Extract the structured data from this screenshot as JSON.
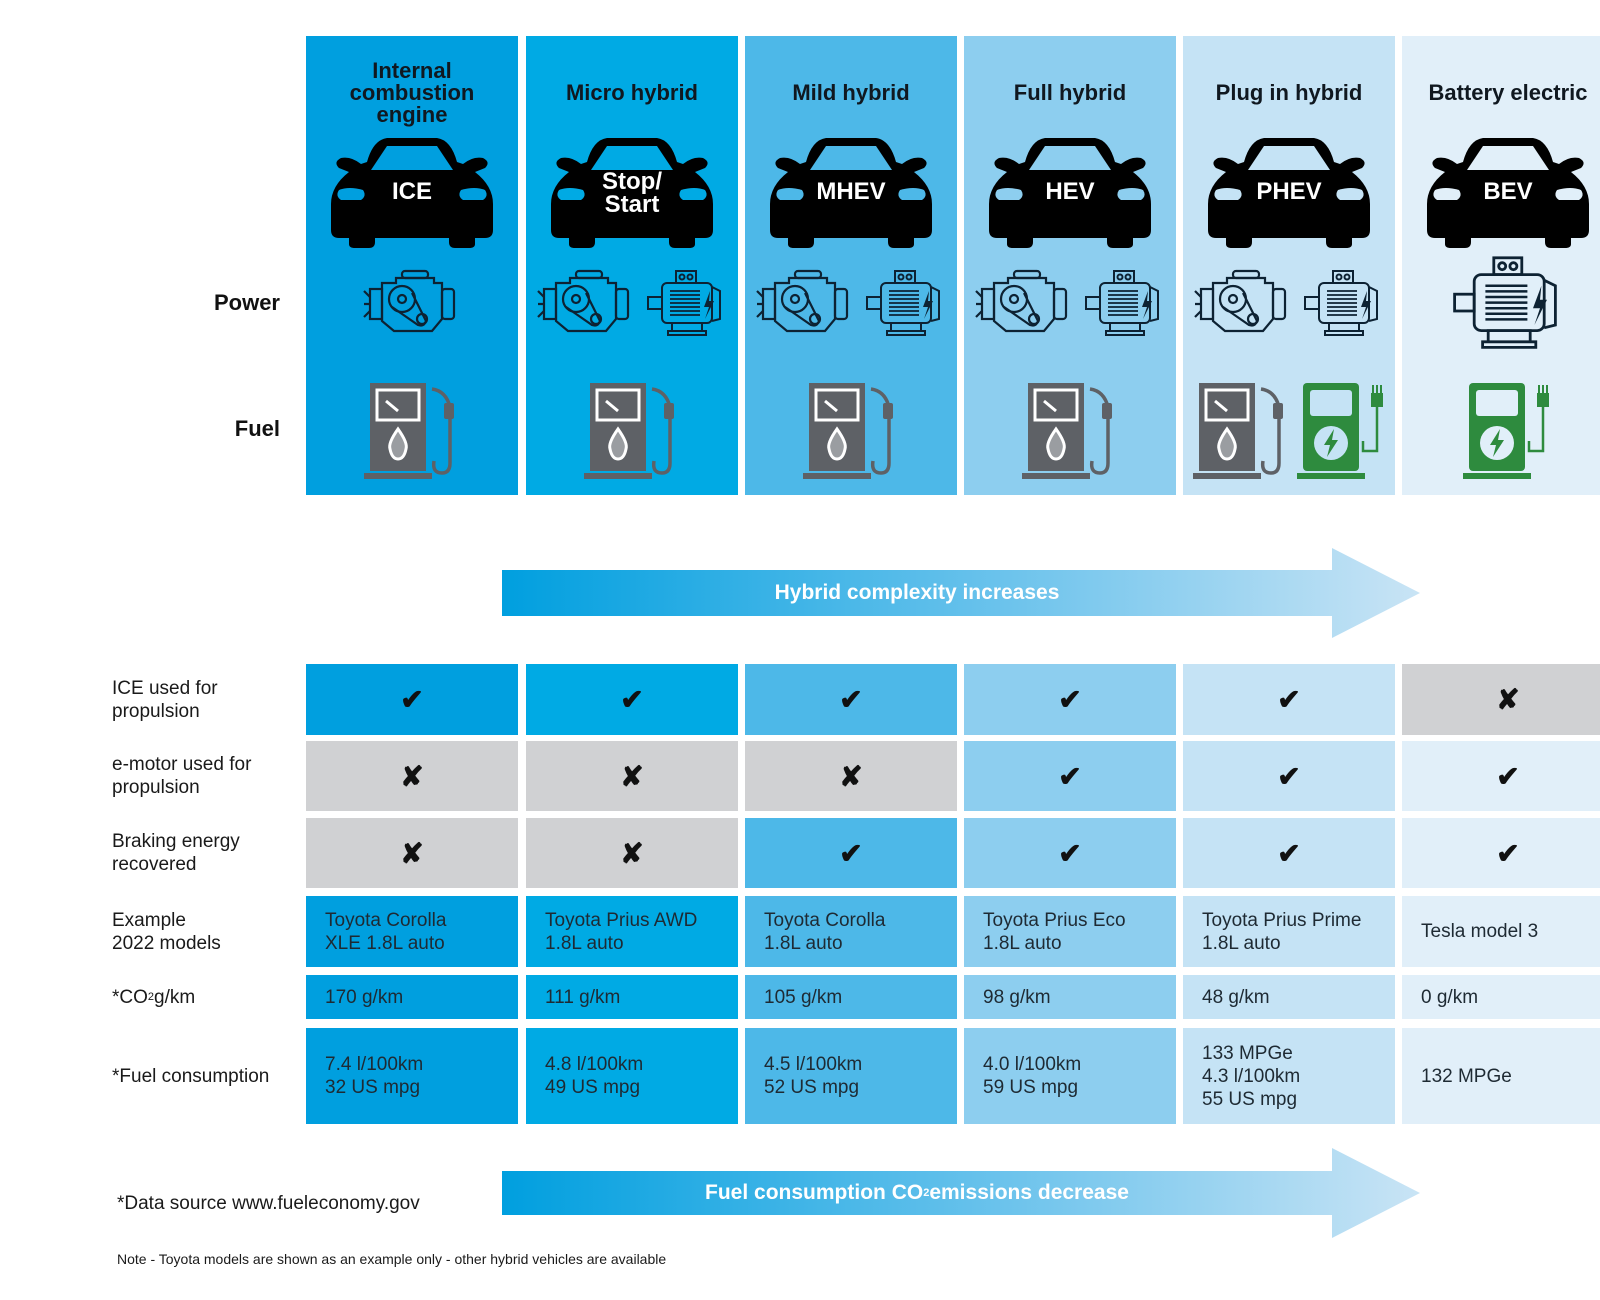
{
  "columns": [
    {
      "title": "Internal\ncombustion\nengine",
      "car_label": "ICE",
      "power": [
        "engine"
      ],
      "fuel": [
        "fuel-pump"
      ],
      "color": "#009fdf"
    },
    {
      "title": "Micro hybrid",
      "car_label": "Stop/\nStart",
      "power": [
        "engine",
        "e-motor"
      ],
      "fuel": [
        "fuel-pump"
      ],
      "color": "#00aae4"
    },
    {
      "title": "Mild hybrid",
      "car_label": "MHEV",
      "power": [
        "engine",
        "e-motor"
      ],
      "fuel": [
        "fuel-pump"
      ],
      "color": "#4db8e8"
    },
    {
      "title": "Full hybrid",
      "car_label": "HEV",
      "power": [
        "engine",
        "e-motor"
      ],
      "fuel": [
        "fuel-pump"
      ],
      "color": "#8dceef"
    },
    {
      "title": "Plug in hybrid",
      "car_label": "PHEV",
      "power": [
        "engine",
        "e-motor"
      ],
      "fuel": [
        "fuel-pump",
        "charging-station"
      ],
      "color": "#c5e3f5"
    },
    {
      "title": "Battery electric",
      "car_label": "BEV",
      "power": [
        "e-motor"
      ],
      "fuel": [
        "charging-station"
      ],
      "color": "#e1eff9"
    }
  ],
  "row_labels_top": {
    "power": "Power",
    "fuel": "Fuel"
  },
  "arrows": {
    "complexity": "Hybrid complexity increases",
    "emissions_pre": "Fuel consumption CO",
    "emissions_sub": "2",
    "emissions_post": " emissions decrease"
  },
  "table": {
    "rows": [
      {
        "label": "ICE used for\npropulsion",
        "type": "mark",
        "values": [
          "check",
          "check",
          "check",
          "check",
          "check",
          "cross"
        ]
      },
      {
        "label": "e-motor used for\npropulsion",
        "type": "mark",
        "values": [
          "cross",
          "cross",
          "cross",
          "check",
          "check",
          "check"
        ]
      },
      {
        "label": "Braking energy\nrecovered",
        "type": "mark",
        "values": [
          "cross",
          "cross",
          "check",
          "check",
          "check",
          "check"
        ]
      },
      {
        "label": "Example\n2022 models",
        "type": "text",
        "values": [
          "Toyota Corolla\nXLE 1.8L auto",
          "Toyota Prius AWD\n1.8L auto",
          "Toyota Corolla\n1.8L auto",
          "Toyota Prius Eco\n1.8L auto",
          "Toyota Prius Prime\n1.8L auto",
          "Tesla model 3"
        ]
      },
      {
        "label_pre": "*CO",
        "label_sub": "2",
        "label_post": " g/km",
        "type": "text",
        "values": [
          "170 g/km",
          "111 g/km",
          "105 g/km",
          "98 g/km",
          "48 g/km",
          "0 g/km"
        ]
      },
      {
        "label": "*Fuel consumption",
        "type": "text",
        "values": [
          "7.4 l/100km\n32 US mpg",
          "4.8 l/100km\n49 US mpg",
          "4.5 l/100km\n52 US mpg",
          "4.0 l/100km\n59 US mpg",
          "133 MPGe\n4.3 l/100km\n55 US mpg",
          "132 MPGe"
        ]
      }
    ],
    "marks": {
      "check": "✔",
      "cross": "✘"
    },
    "cross_color": "#d0d1d3"
  },
  "footer": {
    "source": "*Data source www.fueleconomy.gov",
    "note": "Note - Toyota models are shown as an example only - other hybrid vehicles are available"
  },
  "colors": {
    "fuel_pump": "#5e6166",
    "charger": "#2e8b3e",
    "icon_line": "#0d2233"
  }
}
